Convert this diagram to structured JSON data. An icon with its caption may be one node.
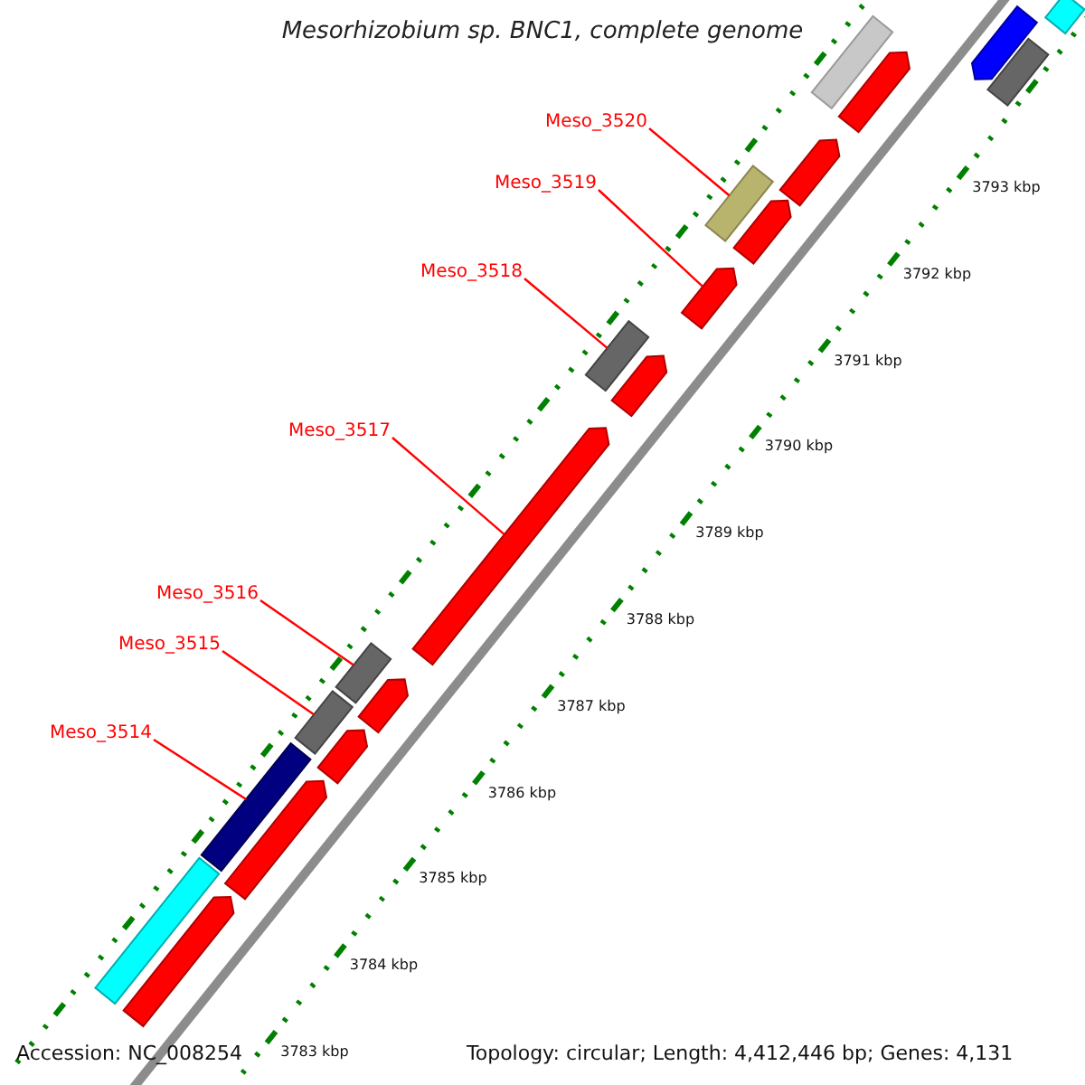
{
  "diagram": {
    "title": "Mesorhizobium sp. BNC1, complete genome",
    "nodes": [
      {
        "text": [
          "Meso_3520"
        ]
      },
      {
        "text": [
          "Meso_3519"
        ]
      },
      {
        "text": [
          "Meso_3518"
        ]
      },
      {
        "text": [
          "Meso_3517"
        ]
      },
      {
        "text": [
          "Meso_3516"
        ]
      },
      {
        "text": [
          "Meso_3515"
        ]
      },
      {
        "text": [
          "Meso_3514"
        ]
      },
      {
        "text": [],
        "shape": "box"
      },
      {
        "text": [],
        "shape": "arrow"
      },
      {
        "text": [],
        "shape": "box"
      },
      {
        "text": [],
        "shape": "arrow"
      },
      {
        "text": [],
        "shape": "box"
      },
      {
        "text": [],
        "shape": "box"
      },
      {
        "text": [],
        "shape": "box"
      },
      {
        "text": [],
        "shape": "arrow"
      },
      {
        "text": [],
        "shape": "arrow"
      },
      {
        "text": [],
        "shape": "arrow"
      },
      {
        "text": [],
        "shape": "arrow"
      },
      {
        "text": [],
        "shape": "arrow"
      },
      {
        "text": [],
        "shape": "arrow"
      },
      {
        "text": [],
        "shape": "arrow"
      },
      {
        "text": [],
        "shape": "arrow"
      },
      {
        "text": [],
        "shape": "box"
      },
      {
        "text": [],
        "shape": "box"
      },
      {
        "text": [],
        "shape": "arrow"
      },
      {
        "text": [],
        "shape": "box"
      },
      {
        "text": [],
        "shape": "box"
      }
    ],
    "edges": [
      {
        "from": 0,
        "to": 7,
        "arrow": "none"
      },
      {
        "from": 1,
        "to": 8,
        "arrow": "none"
      },
      {
        "from": 2,
        "to": 9,
        "arrow": "none"
      },
      {
        "from": 3,
        "to": 10,
        "arrow": "none"
      },
      {
        "from": 4,
        "to": 11,
        "arrow": "none"
      },
      {
        "from": 5,
        "to": 12,
        "arrow": "none"
      },
      {
        "from": 6,
        "to": 13,
        "arrow": "none"
      }
    ],
    "labels": [
      "3793 kbp",
      "3792 kbp",
      "3791 kbp",
      "3790 kbp",
      "3789 kbp",
      "3788 kbp",
      "3787 kbp",
      "3786 kbp",
      "3785 kbp",
      "3784 kbp",
      "Accession: NC_008254",
      "3783 kbp",
      "Topology: circular; Length: 4,412,446 bp; Genes: 4,131"
    ]
  }
}
